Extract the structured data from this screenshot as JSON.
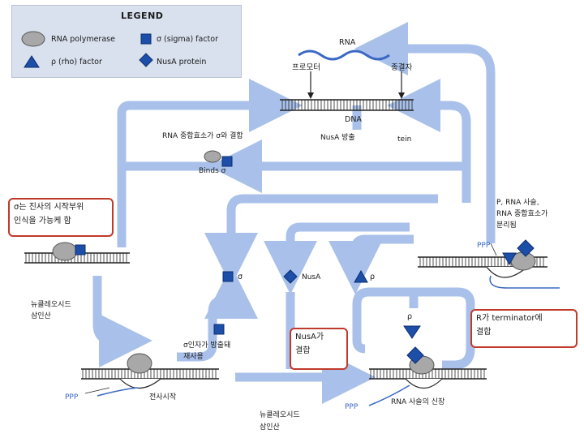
{
  "legend": {
    "title": "LEGEND",
    "rna_polymerase": "RNA polymerase",
    "sigma_factor": "σ (sigma) factor",
    "rho_factor": "ρ (rho) factor",
    "nusa_protein": "NusA protein"
  },
  "labels": {
    "rna": "RNA",
    "promoter": "프로모터",
    "terminator": "종결자",
    "dna": "DNA",
    "sigma_binding": "RNA 중합효소가 σ와 결합",
    "nusa_release": "NusA 방출",
    "tein": "tein",
    "binds_sigma": "Binds σ",
    "release_note": [
      "P,   RNA 사슬,",
      "RNA 중합효소가",
      "분리됨"
    ],
    "ppp_top_right": "PPP",
    "sigma_symbol": "σ",
    "nusa_symbol": "NusA",
    "rho_symbol_mid": "ρ",
    "rho_symbol_low": "ρ",
    "nucleotide_left": [
      "뉴클레오시드",
      "삼인산"
    ],
    "sigma_release": [
      "σ인자가 방출돼",
      "재사용"
    ],
    "ppp_left": "PPP",
    "transcription_start": "전사시작",
    "nucleotide_bottom": [
      "뉴클레오시드",
      "삼인산"
    ],
    "ppp_bottom": "PPP",
    "rna_elongation": "RNA 사슬의 신장"
  },
  "callouts": {
    "sigma_recognition": [
      "σ는 진사의 시작부위",
      "인식을 가능케 함"
    ],
    "nusa_binding": [
      "NusA가",
      "결합"
    ],
    "rho_terminator": [
      "R가 terminator에",
      "결합"
    ]
  },
  "colors": {
    "arrow": "#a9c1ea",
    "legend_bg": "#d9e1ee",
    "polymerase": "#a8a8a8",
    "factor_blue": "#1d4ea8",
    "callout_border": "#c0392b"
  }
}
